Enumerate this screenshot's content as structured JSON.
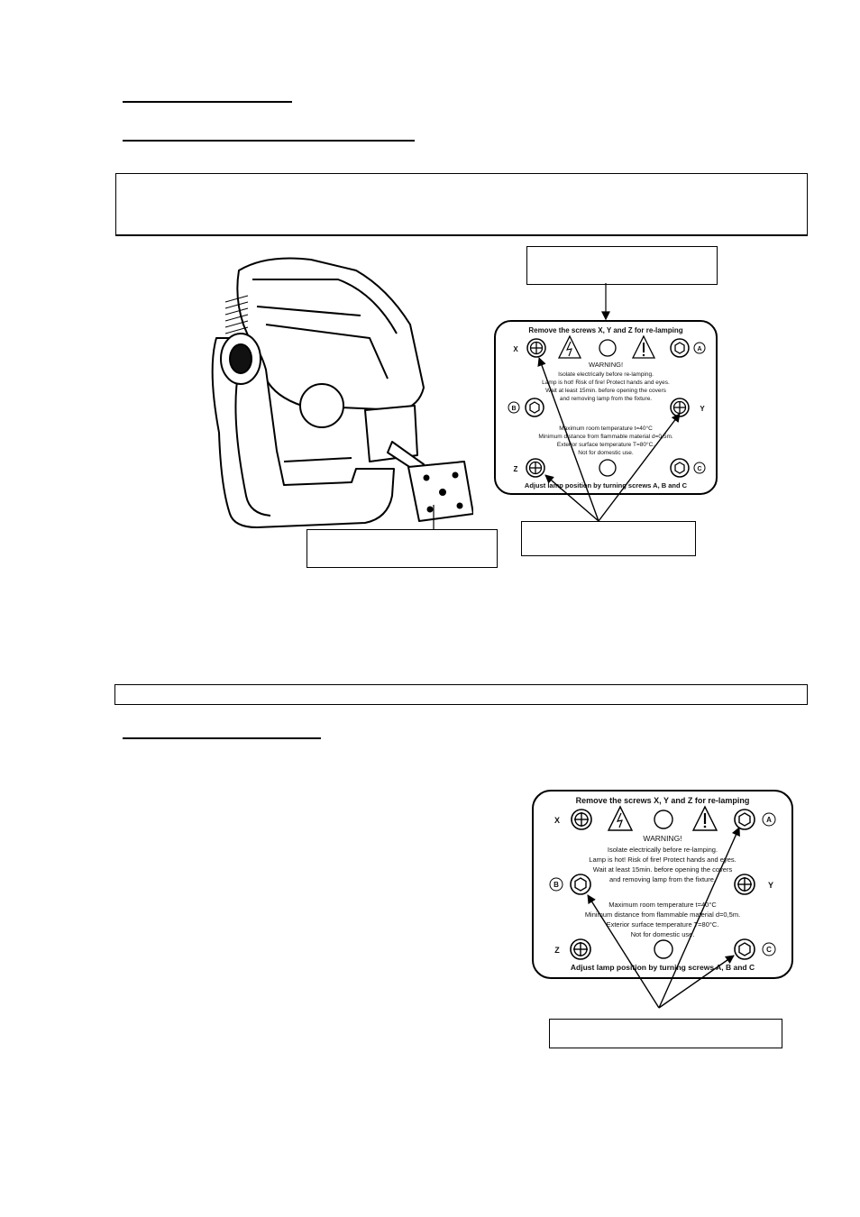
{
  "label_panel": {
    "heading": "Remove the screws X, Y and Z  for re-lamping",
    "screw_x": "X",
    "screw_y": "Y",
    "screw_z": "Z",
    "screw_a": "A",
    "screw_b": "B",
    "screw_c": "C",
    "warning_title": "WARNING!",
    "warning_line1": "Isolate electrically  before re-lamping.",
    "warning_line2": "Lamp is hot! Risk of fire! Protect hands and eyes.",
    "warning_line3": "Wait at least 15min. before opening the covers",
    "warning_line4": "and removing lamp from the fixture.",
    "spec_line1": "Maximum room temperature t=40°C",
    "spec_line2": "Minimum distance from flammable material d=0,5m.",
    "spec_line3": "Exterior surface temperature T=80°C.",
    "spec_line4": "Not for domestic use.",
    "footer": "Adjust lamp position by turning screws A, B and C"
  },
  "label_panel_2": {
    "heading": "Remove the screws X, Y and Z  for re-lamping",
    "screw_x": "X",
    "screw_y": "Y",
    "screw_z": "Z",
    "screw_a": "A",
    "screw_b": "B",
    "screw_c": "C",
    "warning_title": "WARNING!",
    "warning_line1": "Isolate electrically before re-lamping.",
    "warning_line2": "Lamp is hot! Risk of fire! Protect hands and eyes.",
    "warning_line3": "Wait at least 15min. before opening the covers",
    "warning_line4": "and removing lamp from the fixture.",
    "spec_line1": "Maximum room temperature t=40°C",
    "spec_line2": "Minimum distance from flammable material d=0,5m.",
    "spec_line3": "Exterior surface temperature T=80°C.",
    "spec_line4": "Not for domestic use.",
    "footer": "Adjust lamp position by turning screws A, B and C"
  }
}
